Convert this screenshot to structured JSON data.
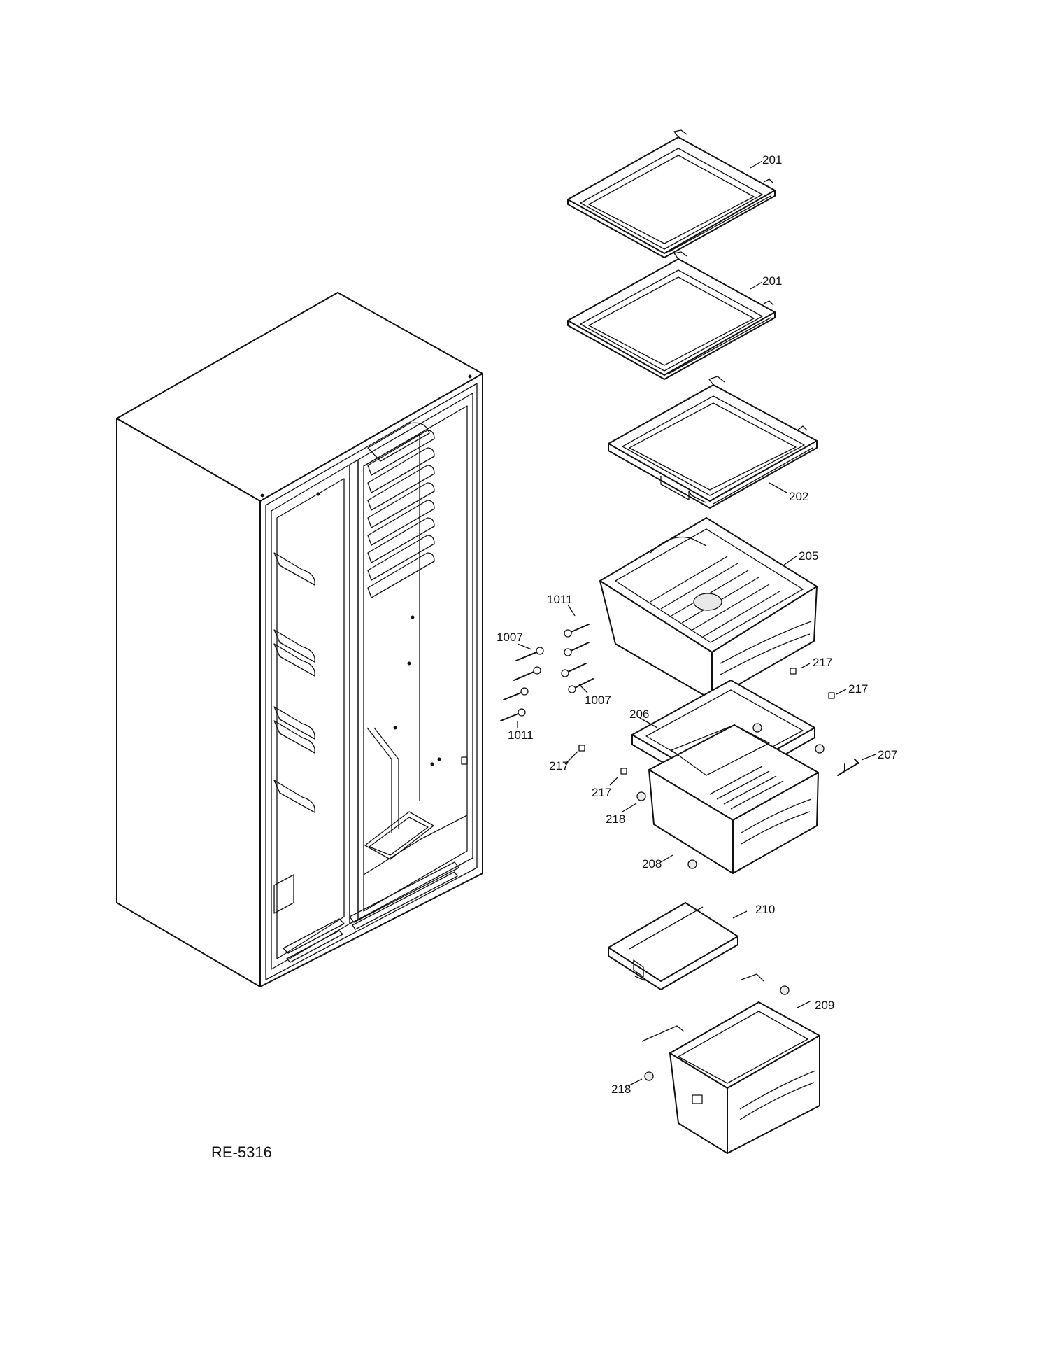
{
  "drawing_code": "RE-5316",
  "callouts": {
    "c201a": "201",
    "c201b": "201",
    "c202": "202",
    "c205": "205",
    "c1011a": "1011",
    "c1007a": "1007",
    "c1007b": "1007",
    "c1011b": "1011",
    "c217a": "217",
    "c217b": "217",
    "c206": "206",
    "c207": "207",
    "c217c": "217",
    "c217d": "217",
    "c218a": "218",
    "c208": "208",
    "c210": "210",
    "c209": "209",
    "c218b": "218"
  }
}
